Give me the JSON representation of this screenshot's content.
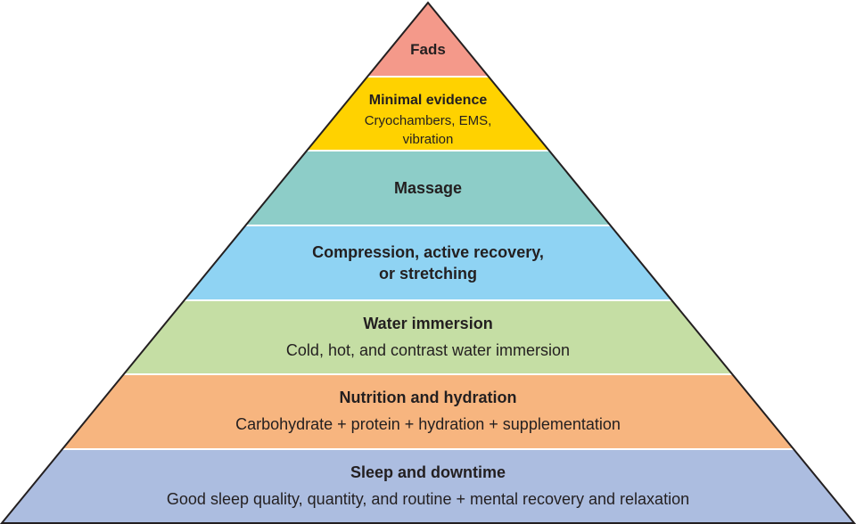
{
  "pyramid": {
    "tiers": [
      {
        "title": "Fads",
        "subtitle_lines": [],
        "color": "#f4998a"
      },
      {
        "title": "Minimal evidence",
        "subtitle_lines": [
          "Cryochambers, EMS,",
          "vibration"
        ],
        "color": "#ffd200"
      },
      {
        "title": "Massage",
        "subtitle_lines": [],
        "color": "#8dcdc8"
      },
      {
        "title_lines": [
          "Compression, active recovery,",
          "or stretching"
        ],
        "subtitle_lines": [],
        "color": "#8fd3f3"
      },
      {
        "title": "Water immersion",
        "subtitle_lines": [
          "Cold, hot, and contrast water immersion"
        ],
        "color": "#c5dea4"
      },
      {
        "title": "Nutrition and hydration",
        "subtitle_lines": [
          "Carbohydrate + protein + hydration + supplementation"
        ],
        "color": "#f7b57f"
      },
      {
        "title": "Sleep and downtime",
        "subtitle_lines": [
          "Good sleep quality, quantity, and routine + mental recovery and relaxation"
        ],
        "color": "#acbde0"
      }
    ],
    "outline_color": "#231f20",
    "divider_color": "#ffffff"
  }
}
